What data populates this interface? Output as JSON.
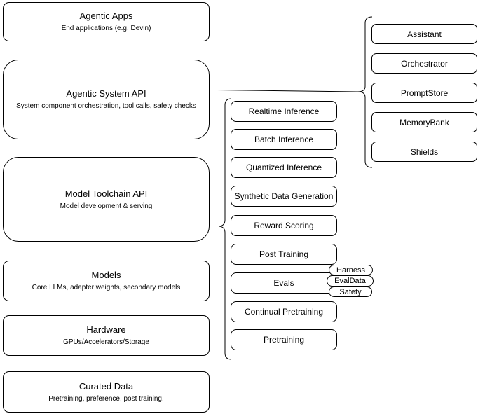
{
  "nodes": {
    "left": [
      {
        "title": "Agentic Apps",
        "subtitle": "End applications (e.g. Devin)"
      },
      {
        "title": "Agentic System API",
        "subtitle": "System component orchestration, tool calls, safety checks"
      },
      {
        "title": "Model Toolchain API",
        "subtitle": "Model development & serving"
      },
      {
        "title": "Models",
        "subtitle": "Core LLMs, adapter weights, secondary models"
      },
      {
        "title": "Hardware",
        "subtitle": "GPUs/Accelerators/Storage"
      },
      {
        "title": "Curated Data",
        "subtitle": "Pretraining, preference, post training."
      }
    ],
    "middle": [
      "Realtime Inference",
      "Batch Inference",
      "Quantized Inference",
      "Synthetic Data Generation",
      "Reward Scoring",
      "Post Training",
      "Evals",
      "Continual Pretraining",
      "Pretraining"
    ],
    "evals_tags": [
      "Harness",
      "EvalData",
      "Safety"
    ],
    "right": [
      "Assistant",
      "Orchestrator",
      "PromptStore",
      "MemoryBank",
      "Shields"
    ]
  },
  "colors": {
    "stroke": "#000000",
    "background": "#ffffff",
    "text": "#000000"
  }
}
